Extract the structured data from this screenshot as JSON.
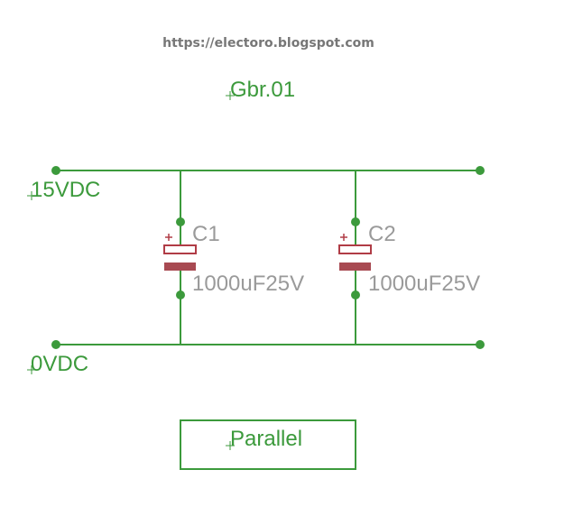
{
  "header": {
    "url": "https://electoro.blogspot.com"
  },
  "diagram": {
    "title": "Gbr.01",
    "nets": {
      "positive": "15VDC",
      "ground": "0VDC"
    },
    "components": [
      {
        "ref": "C1",
        "value": "1000uF25V"
      },
      {
        "ref": "C2",
        "value": "1000uF25V"
      }
    ],
    "frame_label": "Parallel"
  },
  "colors": {
    "wire": "#3c9a3c",
    "capacitor": "#b03c46",
    "component_text": "#9a9a9a",
    "url_text": "#777777"
  }
}
